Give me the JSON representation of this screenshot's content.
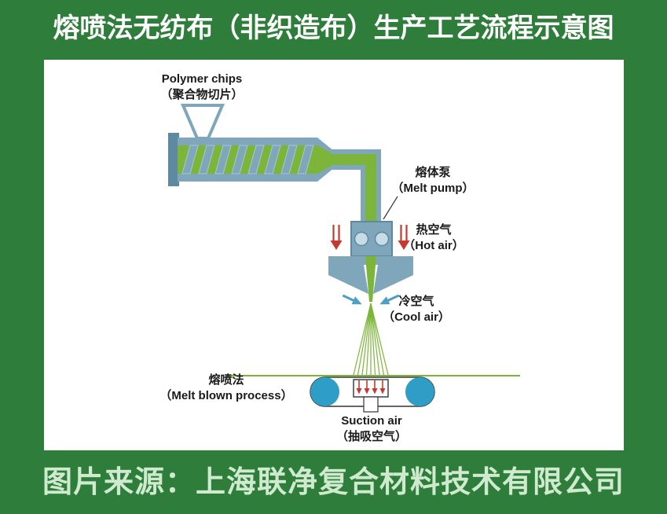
{
  "header": {
    "title": "熔喷法无纺布（非织造布）生产工艺流程示意图"
  },
  "footer": {
    "caption": "图片来源：上海联净复合材料技术有限公司"
  },
  "diagram": {
    "polymer_chips": {
      "en": "Polymer chips",
      "zh": "（聚合物切片）"
    },
    "melt_pump": {
      "zh": "熔体泵",
      "en": "（Melt pump）"
    },
    "hot_air": {
      "zh": "热空气",
      "en": "（Hot air）"
    },
    "cool_air": {
      "zh": "冷空气",
      "en": "（Cool air）"
    },
    "melt_blown": {
      "zh": "熔喷法",
      "en": "（Melt blown process）"
    },
    "suction_air": {
      "en": "Suction air",
      "zh": "（抽吸空气）"
    }
  },
  "colors": {
    "background_green": "#2e7d3a",
    "panel_white": "#ffffff",
    "machine_blue": "#7fa6ba",
    "machine_dark_blue": "#5d8aa0",
    "melt_green": "#7cb53a",
    "roller_blue": "#2f9ec7",
    "hot_air_red": "#c43a2e",
    "cool_air_blue": "#4f9fc4",
    "caption_text": "#cfeacf",
    "label_text": "#1a1a1a"
  }
}
